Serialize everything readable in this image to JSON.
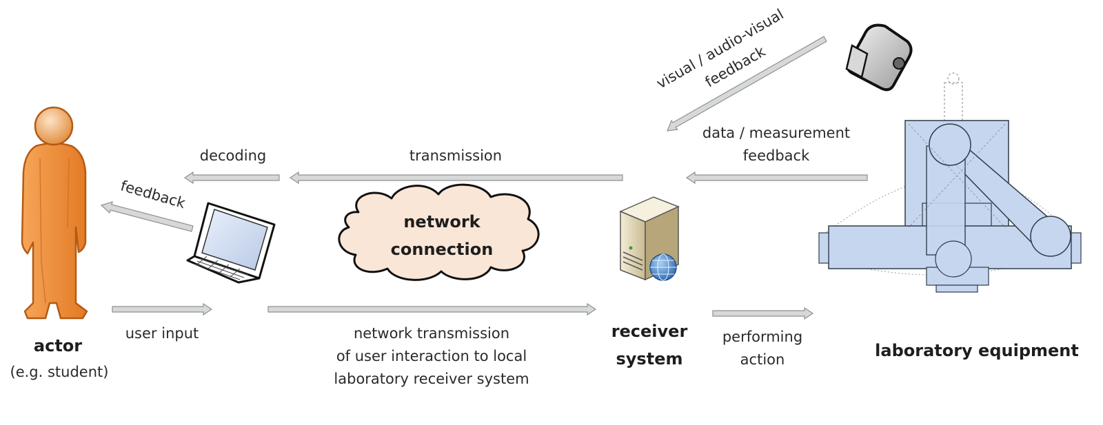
{
  "actor": {
    "title": "actor",
    "subtitle": "(e.g. student)"
  },
  "labels": {
    "decoding": "decoding",
    "transmission": "transmission",
    "feedback": "feedback",
    "data_feedback_line1": "data / measurement",
    "data_feedback_line2": "feedback",
    "visual_feedback_line1": "visual / audio-visual",
    "visual_feedback_line2": "feedback",
    "user_input": "user input",
    "network_transmission_line1": "network transmission",
    "network_transmission_line2": "of user interaction to local",
    "network_transmission_line3": "laboratory receiver system",
    "performing_line1": "performing",
    "performing_line2": "action"
  },
  "cloud": {
    "line1": "network",
    "line2": "connection"
  },
  "receiver": {
    "line1": "receiver",
    "line2": "system"
  },
  "lab": {
    "title": "laboratory equipment"
  },
  "colors": {
    "actor_orange": "#f0963c",
    "cloud_fill": "#fae6d6",
    "lab_blue": "#c5d6ee",
    "arrow_fill": "#d6d9d7"
  }
}
